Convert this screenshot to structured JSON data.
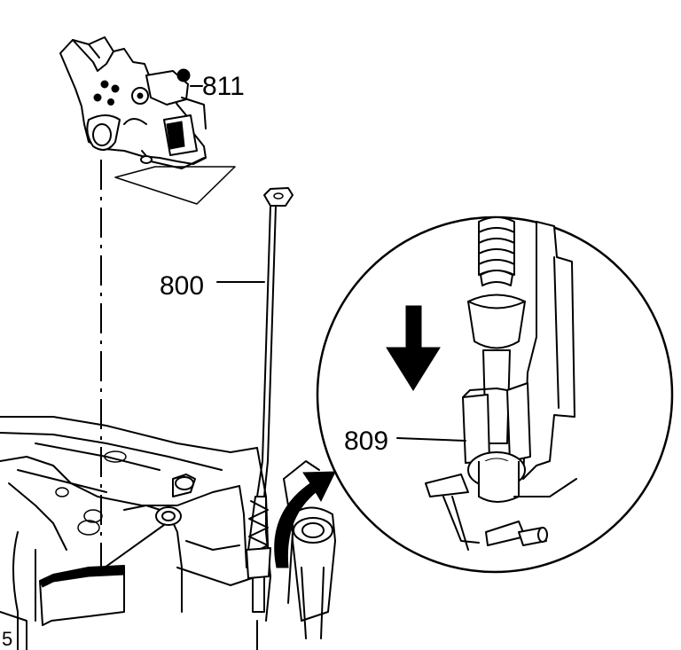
{
  "callouts": {
    "park_lock_actuator": "811",
    "manual_shaft_rod": "800",
    "rod_spring_detent": "809"
  }
}
